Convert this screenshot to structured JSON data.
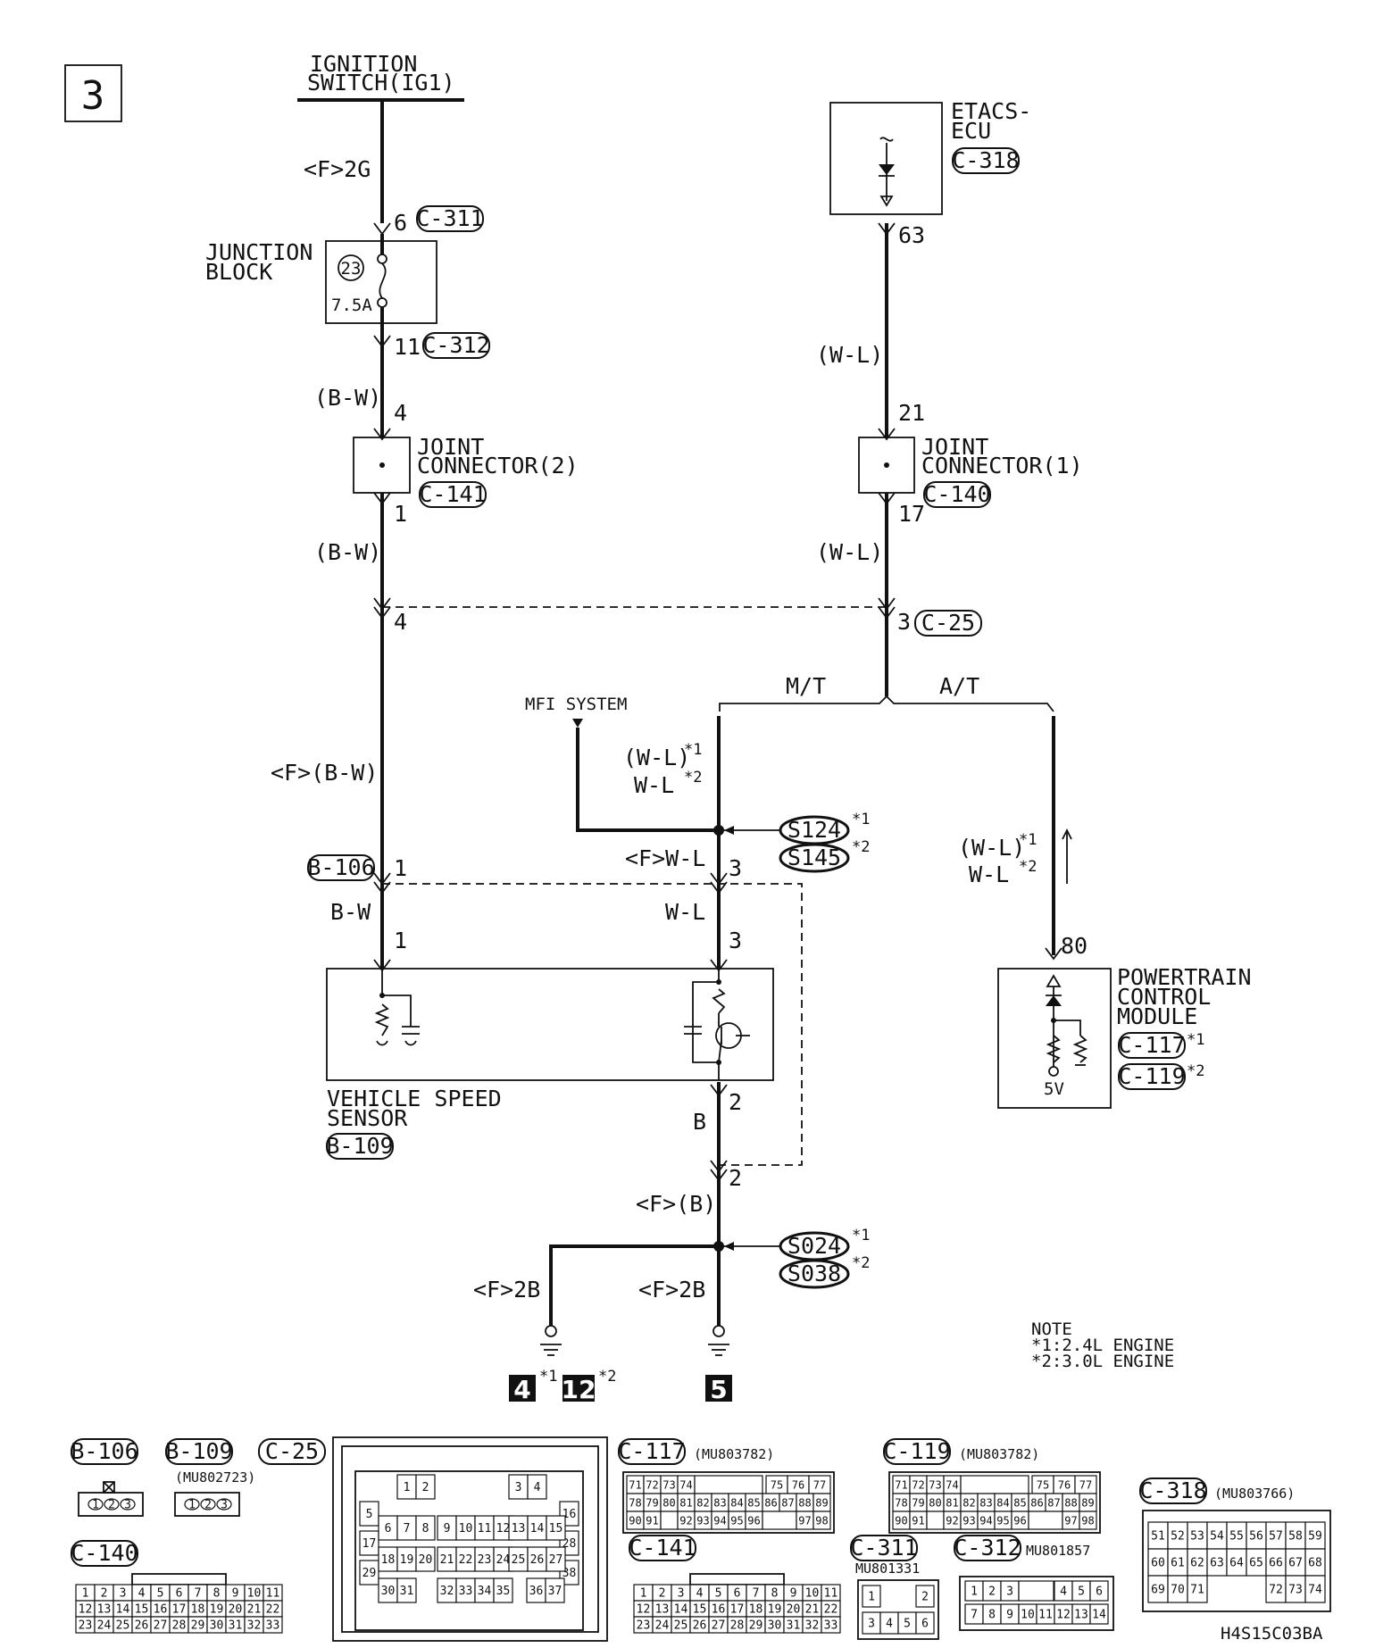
{
  "page": {
    "number": "3",
    "code": "H4S15C03BA"
  },
  "ignition": {
    "line1": "IGNITION",
    "line2": "SWITCH(IG1)",
    "wire": "<F>2G"
  },
  "junction_block": {
    "line1": "JUNCTION",
    "line2": "BLOCK",
    "fuse_no": "23",
    "fuse_rating": "7.5A",
    "pin_in": "6",
    "conn_in": "C-311",
    "pin_out": "11",
    "conn_out": "C-312"
  },
  "etacs": {
    "line1": "ETACS-",
    "line2": "ECU",
    "conn": "C-318",
    "pin": "63",
    "wire": "(W-L)"
  },
  "jc2": {
    "line1": "JOINT",
    "line2": "CONNECTOR(2)",
    "conn": "C-141",
    "pin_in": "4",
    "pin_out": "1",
    "wire_in": "(B-W)",
    "wire_out": "(B-W)"
  },
  "jc1": {
    "line1": "JOINT",
    "line2": "CONNECTOR(1)",
    "conn": "C-140",
    "pin_in": "21",
    "pin_out": "17",
    "wire_out": "(W-L)"
  },
  "c25": {
    "pin_left": "4",
    "pin_right": "3",
    "conn": "C-25"
  },
  "branch": {
    "mt": "M/T",
    "at": "A/T",
    "mfi": "MFI SYSTEM"
  },
  "mt_wire": {
    "l1": "(W-L)",
    "m1": "*1",
    "l2": "W-L",
    "m2": "*2"
  },
  "splice_top": {
    "s1": "S124",
    "m1": "*1",
    "s2": "S145",
    "m2": "*2"
  },
  "left_run": {
    "wire_f": "<F>(B-W)",
    "conn": "B-106",
    "pin": "1",
    "wire": "B-W",
    "sensor_pin": "1"
  },
  "mid_run": {
    "wire_f": "<F>W-L",
    "pin": "3",
    "wire": "W-L",
    "sensor_pin": "3"
  },
  "at_wire": {
    "l1": "(W-L)",
    "m1": "*1",
    "l2": "W-L",
    "m2": "*2",
    "pin": "80"
  },
  "pcm": {
    "line1": "POWERTRAIN",
    "line2": "CONTROL",
    "line3": "MODULE",
    "conn1": "C-117",
    "m1": "*1",
    "conn2": "C-119",
    "m2": "*2",
    "volt": "5V"
  },
  "vss": {
    "line1": "VEHICLE SPEED",
    "line2": "SENSOR",
    "conn": "B-109",
    "pin_gnd": "2",
    "wire": "B",
    "pin2": "2",
    "wire_f": "<F>(B)"
  },
  "splice_bot": {
    "s1": "S024",
    "m1": "*1",
    "s2": "S038",
    "m2": "*2"
  },
  "grounds": {
    "left_wire": "<F>2B",
    "right_wire": "<F>2B",
    "g4": "4",
    "g4m": "*1",
    "g12": "12",
    "g12m": "*2",
    "g5": "5"
  },
  "note": {
    "title": "NOTE",
    "l1": "*1:2.4L ENGINE",
    "l2": "*2:3.0L ENGINE"
  },
  "connectors": {
    "b106": {
      "label": "B-106",
      "pins": [
        "1",
        "2",
        "3"
      ]
    },
    "b109": {
      "label": "B-109",
      "part": "(MU802723)",
      "pins": [
        "1",
        "2",
        "3"
      ]
    },
    "c25": {
      "label": "C-25",
      "row1": [
        "1",
        "2",
        "3",
        "4"
      ],
      "side_left": [
        "5",
        "17",
        "29"
      ],
      "side_right": [
        "16",
        "28",
        "38"
      ],
      "row2": [
        "6",
        "7",
        "8",
        "9",
        "10",
        "11",
        "12",
        "13",
        "14",
        "15"
      ],
      "row3": [
        "18",
        "19",
        "20",
        "21",
        "22",
        "23",
        "24",
        "25",
        "26",
        "27"
      ],
      "row4": [
        "30",
        "31",
        "32",
        "33",
        "34",
        "35",
        "36",
        "37"
      ]
    },
    "c117": {
      "label": "C-117",
      "part": "(MU803782)",
      "row1": [
        "71",
        "72",
        "73",
        "74",
        "75",
        "76",
        "77"
      ],
      "row2": [
        "78",
        "79",
        "80",
        "81",
        "82",
        "83",
        "84",
        "85",
        "86",
        "87",
        "88",
        "89"
      ],
      "row3": [
        "90",
        "91",
        "92",
        "93",
        "94",
        "95",
        "96",
        "97",
        "98"
      ]
    },
    "c119": {
      "label": "C-119",
      "part": "(MU803782)",
      "row1": [
        "71",
        "72",
        "73",
        "74",
        "75",
        "76",
        "77"
      ],
      "row2": [
        "78",
        "79",
        "80",
        "81",
        "82",
        "83",
        "84",
        "85",
        "86",
        "87",
        "88",
        "89"
      ],
      "row3": [
        "90",
        "91",
        "92",
        "93",
        "94",
        "95",
        "96",
        "97",
        "98"
      ]
    },
    "c318": {
      "label": "C-318",
      "part": "(MU803766)",
      "row1": [
        "51",
        "52",
        "53",
        "54",
        "55",
        "56",
        "57",
        "58",
        "59"
      ],
      "row2": [
        "60",
        "61",
        "62",
        "63",
        "64",
        "65",
        "66",
        "67",
        "68"
      ],
      "row3": [
        "69",
        "70",
        "71",
        "72",
        "73",
        "74"
      ]
    },
    "c140": {
      "label": "C-140",
      "row1": [
        "1",
        "2",
        "3",
        "4",
        "5",
        "6",
        "7",
        "8",
        "9",
        "10",
        "11"
      ],
      "row2": [
        "12",
        "13",
        "14",
        "15",
        "16",
        "17",
        "18",
        "19",
        "20",
        "21",
        "22"
      ],
      "row3": [
        "23",
        "24",
        "25",
        "26",
        "27",
        "28",
        "29",
        "30",
        "31",
        "32",
        "33"
      ]
    },
    "c141": {
      "label": "C-141",
      "row1": [
        "1",
        "2",
        "3",
        "4",
        "5",
        "6",
        "7",
        "8",
        "9",
        "10",
        "11"
      ],
      "row2": [
        "12",
        "13",
        "14",
        "15",
        "16",
        "17",
        "18",
        "19",
        "20",
        "21",
        "22"
      ],
      "row3": [
        "23",
        "24",
        "25",
        "26",
        "27",
        "28",
        "29",
        "30",
        "31",
        "32",
        "33"
      ]
    },
    "c311": {
      "label": "C-311",
      "part": "MU801331",
      "row1": [
        "1",
        "2"
      ],
      "row2": [
        "3",
        "4",
        "5",
        "6"
      ]
    },
    "c312": {
      "label": "C-312",
      "part": "MU801857",
      "row1": [
        "1",
        "2",
        "3",
        "4",
        "5",
        "6"
      ],
      "row2": [
        "7",
        "8",
        "9",
        "10",
        "11",
        "12",
        "13",
        "14"
      ]
    }
  }
}
